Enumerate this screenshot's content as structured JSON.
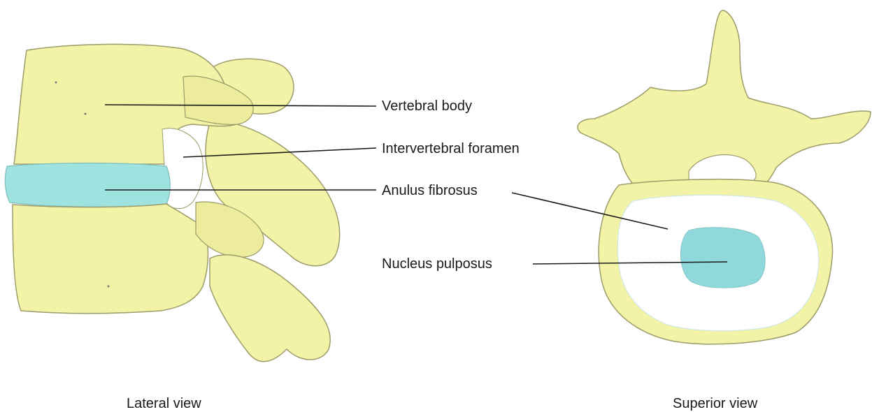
{
  "labels": {
    "vertebral_body": "Vertebral body",
    "intervertebral_foramen": "Intervertebral foramen",
    "anulus_fibrosus": "Anulus fibrosus",
    "nucleus_pulposus": "Nucleus pulposus"
  },
  "captions": {
    "lateral": "Lateral view",
    "superior": "Superior view"
  },
  "colors": {
    "bone": "#f3f3a8",
    "bone_shade": "#d9d98a",
    "bone_outline": "#9c9c6a",
    "disc": "#9ee3e0",
    "nucleus": "#8fd9dc",
    "anulus_interior": "#ffffff",
    "leader_line": "#1a1a1a"
  }
}
